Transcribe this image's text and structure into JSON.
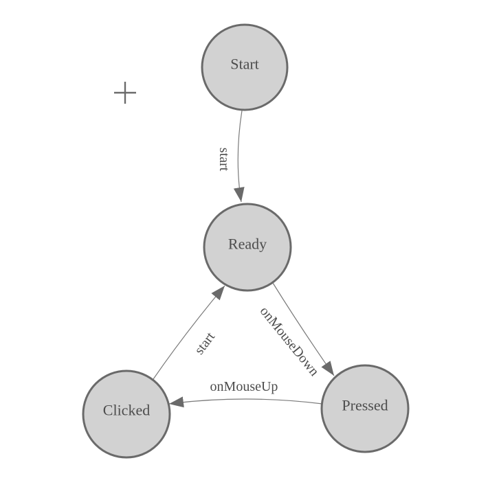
{
  "diagram": {
    "type": "state-machine",
    "colors": {
      "background": "#ffffff",
      "node_fill": "#d2d2d2",
      "node_border": "#6a6a6a",
      "edge_line": "#7a7a7a",
      "arrowhead": "#6a6a6a",
      "label_text": "#4d4d4d",
      "cursor": "#6b6b6b"
    },
    "nodes": [
      {
        "id": "start",
        "label": "Start"
      },
      {
        "id": "ready",
        "label": "Ready"
      },
      {
        "id": "clicked",
        "label": "Clicked"
      },
      {
        "id": "pressed",
        "label": "Pressed"
      }
    ],
    "edges": [
      {
        "from": "Start",
        "to": "Ready",
        "label": "start"
      },
      {
        "from": "Ready",
        "to": "Pressed",
        "label": "onMouseDown"
      },
      {
        "from": "Pressed",
        "to": "Clicked",
        "label": "onMouseUp"
      },
      {
        "from": "Clicked",
        "to": "Ready",
        "label": "start"
      }
    ],
    "cursor": {
      "glyph": "crosshair"
    }
  }
}
